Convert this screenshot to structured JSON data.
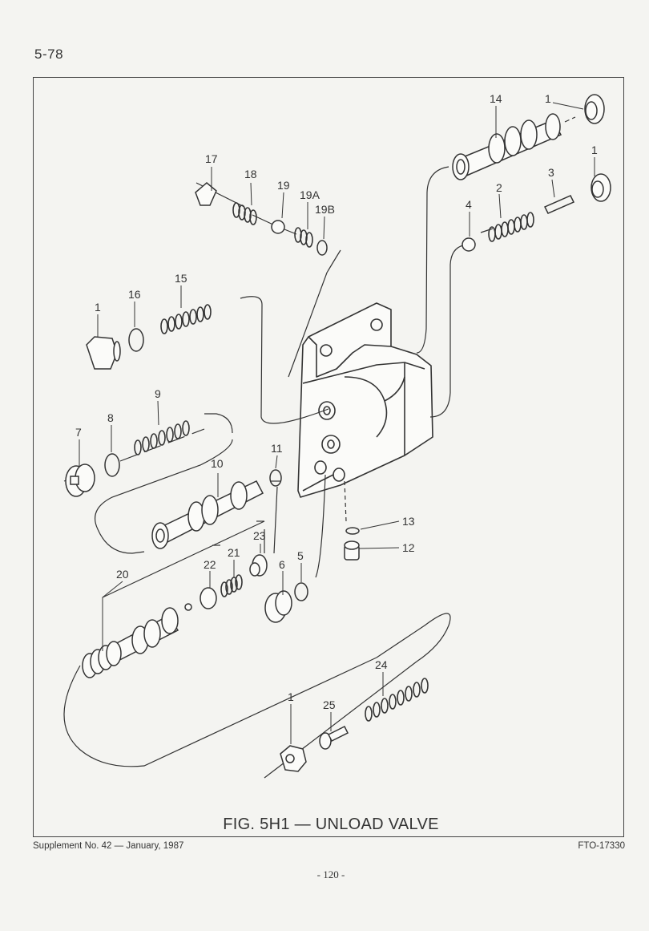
{
  "page_number_top": "5-78",
  "figure_caption": "FIG. 5H1 — UNLOAD VALVE",
  "footer": {
    "supplement": "Supplement No. 42 — January, 1987",
    "doc_id": "FTO-17330",
    "page_number": "- 120 -"
  },
  "callouts": {
    "c14": "14",
    "c1a": "1",
    "c1b": "1",
    "c3": "3",
    "c2": "2",
    "c4": "4",
    "c17": "17",
    "c18": "18",
    "c19": "19",
    "c19A": "19A",
    "c19B": "19B",
    "c15": "15",
    "c16": "16",
    "c1c": "1",
    "c9": "9",
    "c8": "8",
    "c7": "7",
    "c10": "10",
    "c11": "11",
    "c13": "13",
    "c12": "12",
    "c23": "23",
    "c21": "21",
    "c22": "22",
    "c20": "20",
    "c6": "6",
    "c5": "5",
    "c24": "24",
    "c1d": "1",
    "c25": "25"
  }
}
